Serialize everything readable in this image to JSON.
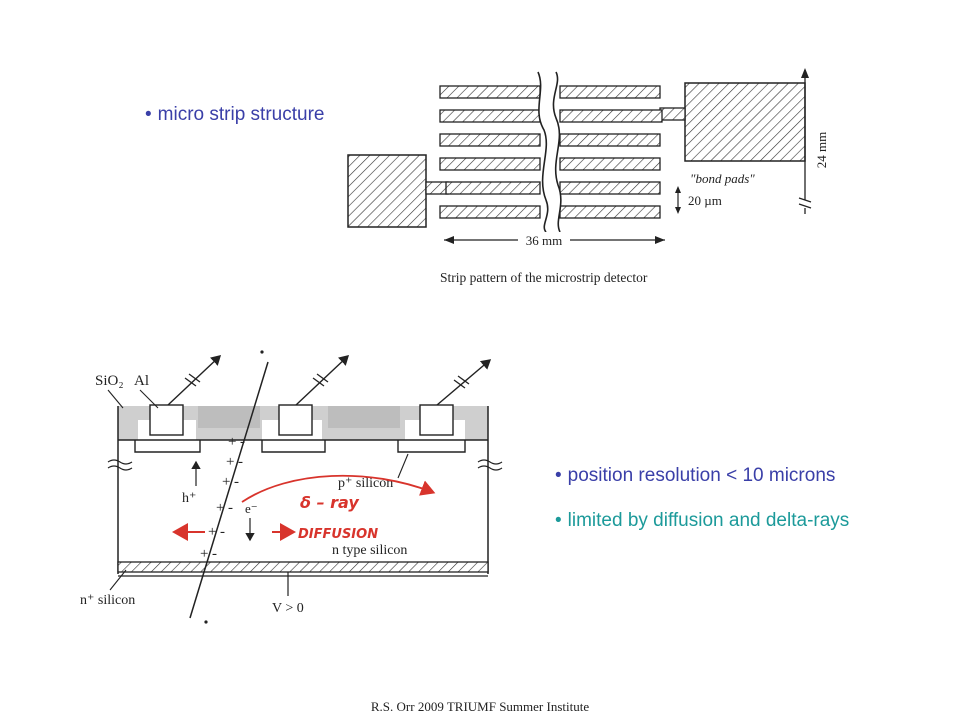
{
  "bullets": [
    {
      "text": "micro strip structure",
      "color": "#3a3fa8"
    },
    {
      "text": "position resolution < 10 microns",
      "color": "#3a3fa8"
    },
    {
      "text": "limited by diffusion and delta-rays",
      "color": "#1c9a9a"
    }
  ],
  "strip_figure": {
    "bond_pads": "\"bond pads\"",
    "height": "24 mm",
    "pitch": "20 µm",
    "length": "36 mm",
    "caption": "Strip pattern of the microstrip detector"
  },
  "cross_section": {
    "sio2": "SiO₂",
    "al": "Al",
    "hole": "h⁺",
    "electron": "e⁻",
    "p_silicon": "p⁺ silicon",
    "delta_ray": "δ – ray",
    "diffusion": "DIFFUSION",
    "n_type": "n type silicon",
    "n_plus": "n⁺ silicon",
    "bias": "V > 0"
  },
  "footer": "R.S. Orr 2009 TRIUMF Summer Institute",
  "colors": {
    "accent_blue": "#3a3fa8",
    "accent_teal": "#1c9a9a",
    "annotation_red": "#d8342c"
  }
}
